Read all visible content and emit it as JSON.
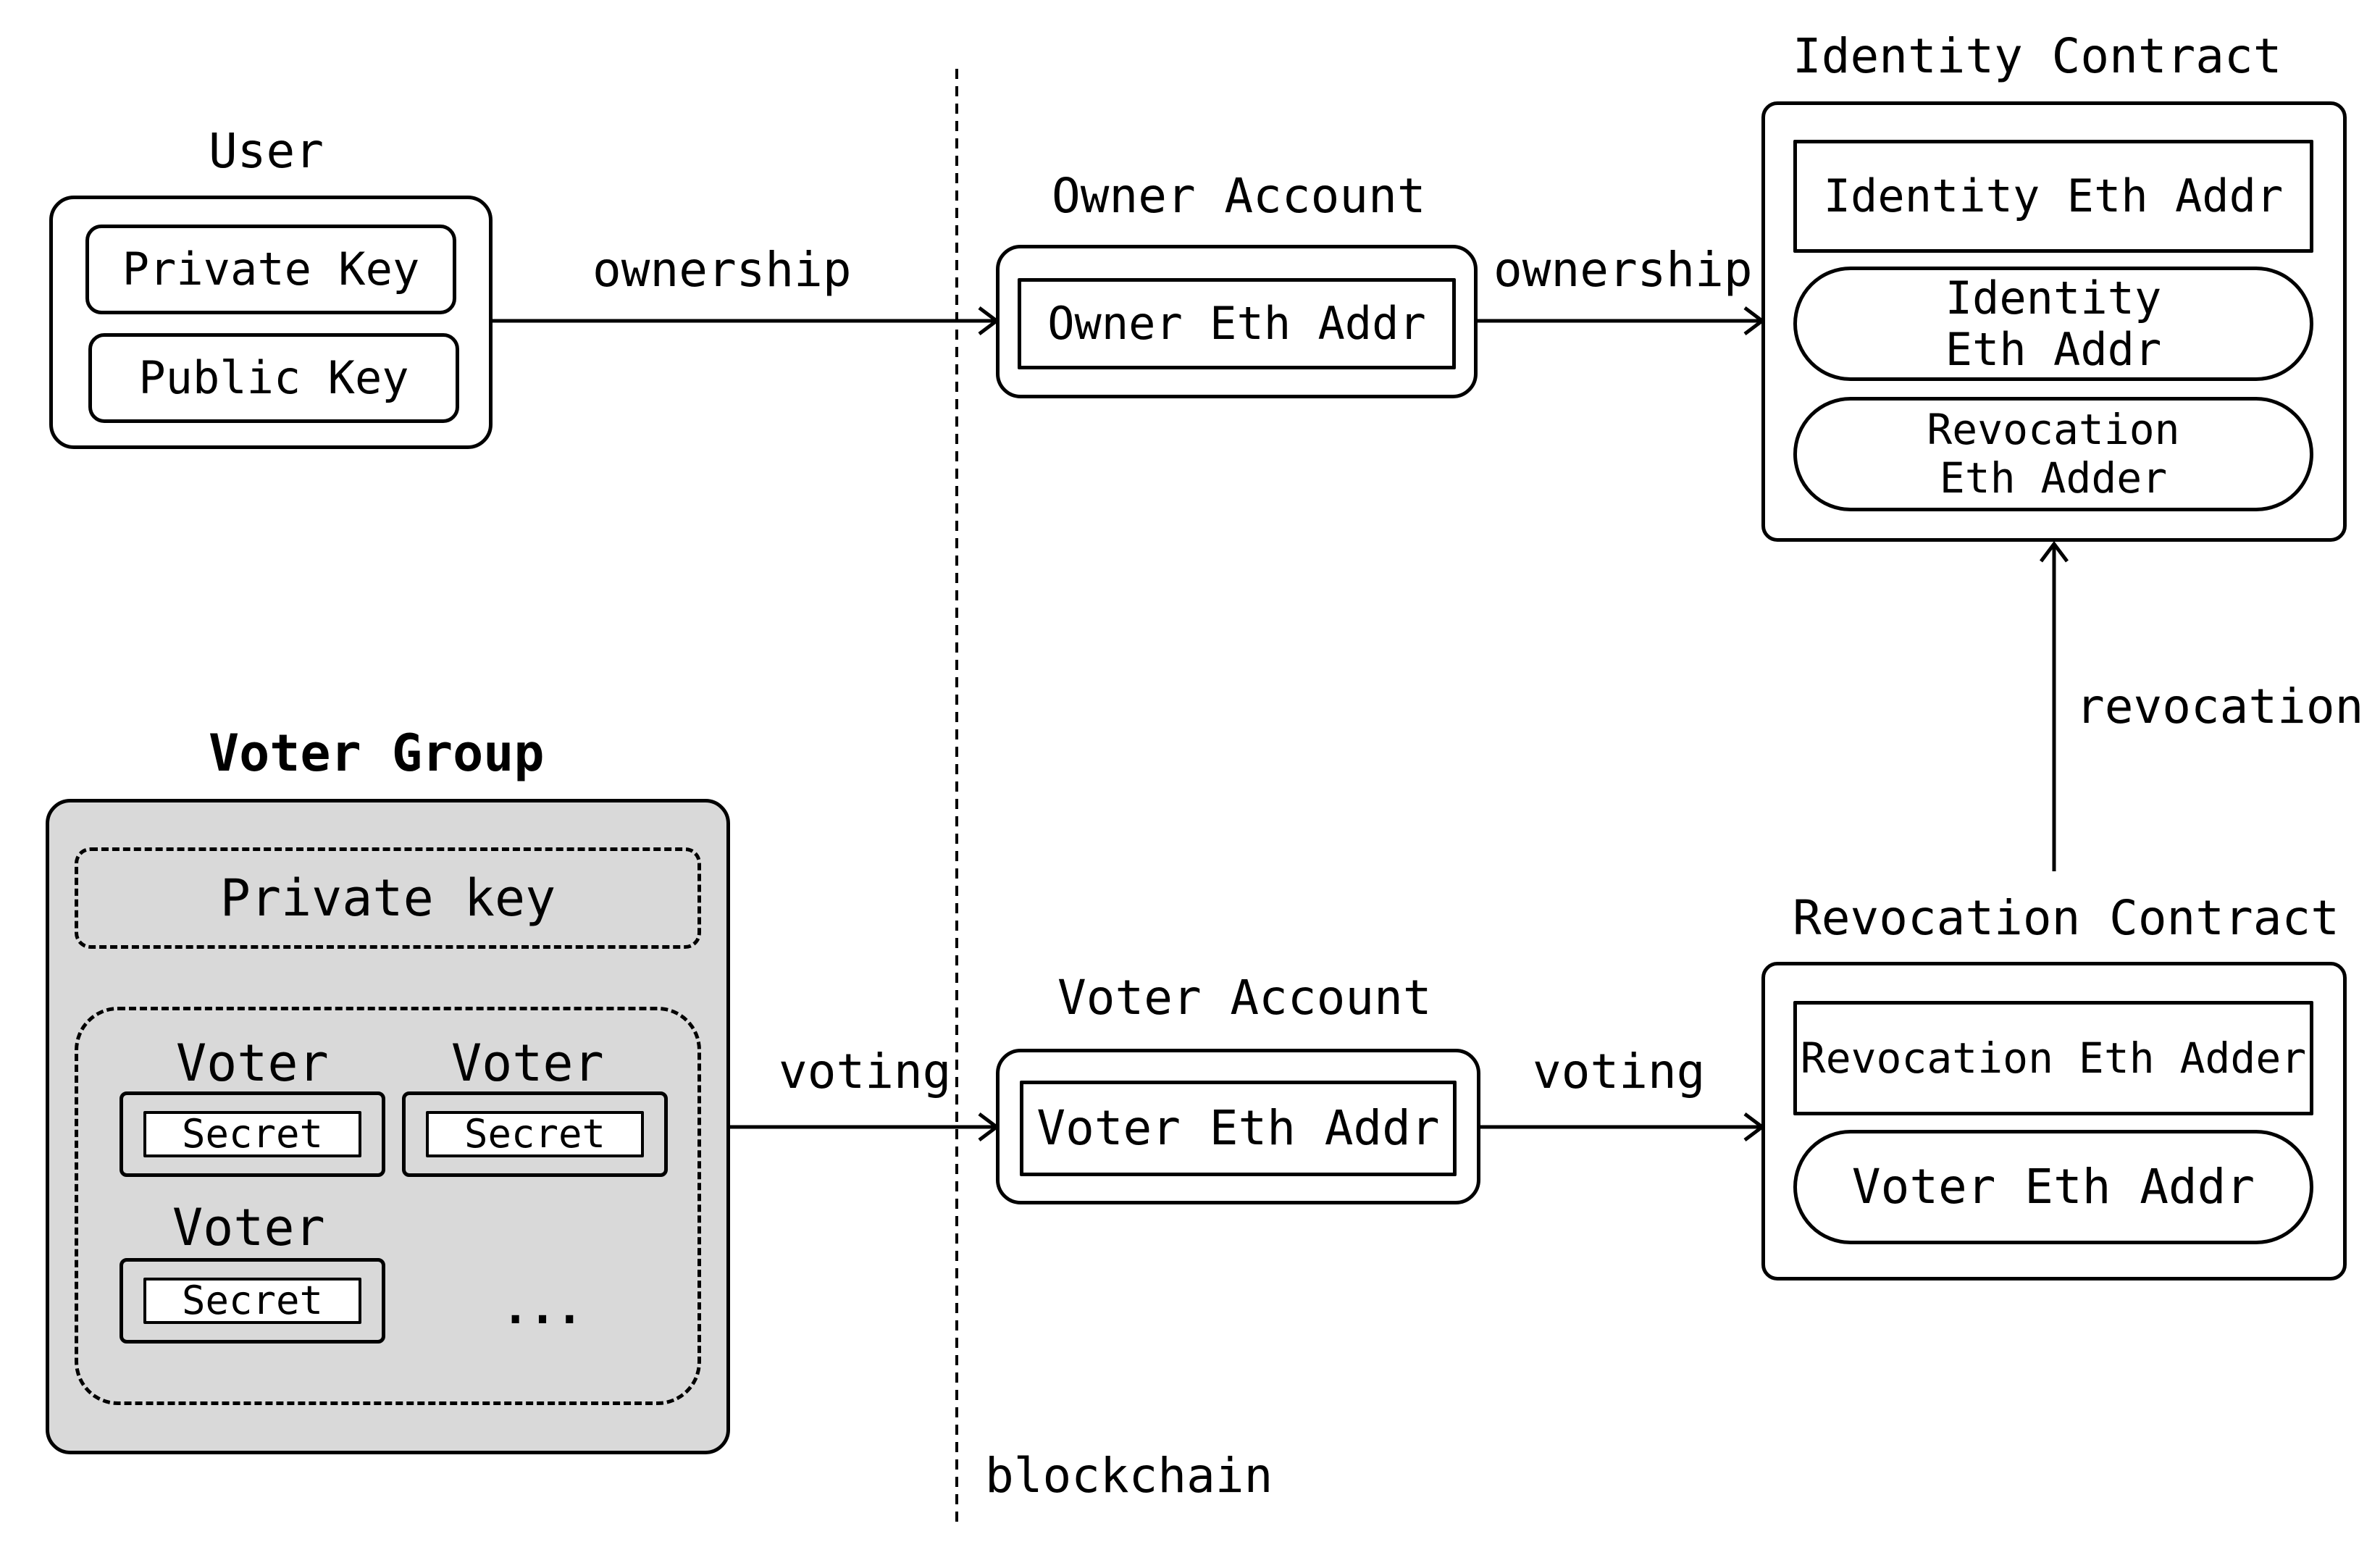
{
  "user": {
    "title": "User",
    "private_key": "Private Key",
    "public_key": "Public Key"
  },
  "owner_account": {
    "title": "Owner Account",
    "address": "Owner Eth Addr"
  },
  "identity_contract": {
    "title": "Identity Contract",
    "field1": "Identity Eth Addr",
    "field2": "Identity Eth Addr",
    "field3": "Revocation Eth Adder"
  },
  "voter_group": {
    "title": "Voter Group",
    "private_key": "Private key",
    "voter_label": "Voter",
    "secret_label": "Secret",
    "ellipsis": "..."
  },
  "voter_account": {
    "title": "Voter Account",
    "address": "Voter Eth Addr"
  },
  "revocation_contract": {
    "title": "Revocation Contract",
    "field1": "Revocation Eth Adder",
    "field2": "Voter Eth Addr"
  },
  "edges": {
    "ownership_1": "ownership",
    "ownership_2": "ownership",
    "revocation": "revocation",
    "voting_1": "voting",
    "voting_2": "voting"
  },
  "boundary_label": "blockchain"
}
